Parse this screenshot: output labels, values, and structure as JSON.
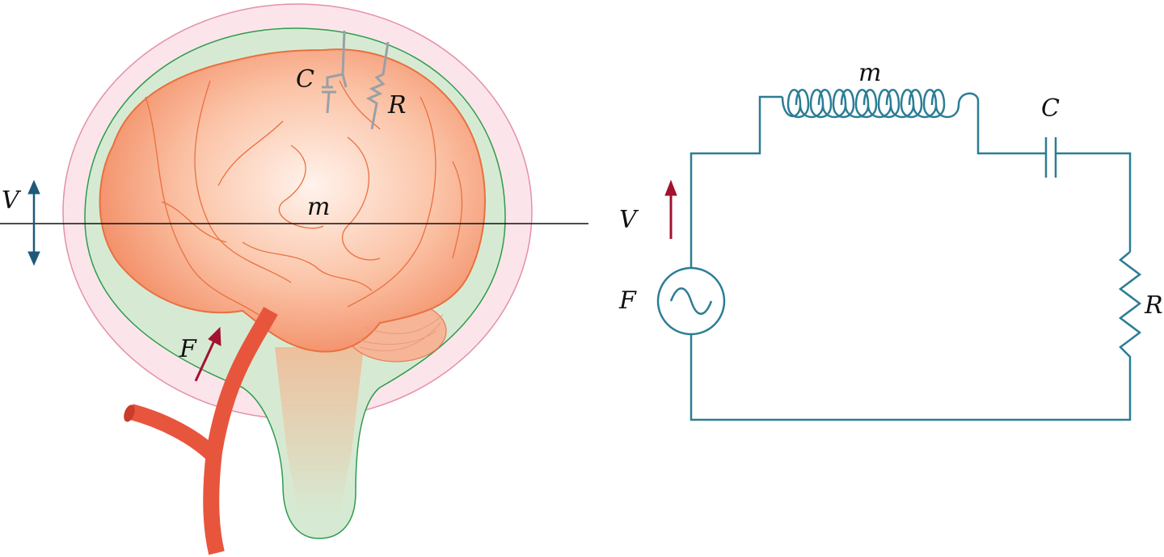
{
  "illustration": {
    "labels": {
      "capacitor": "C",
      "resistor": "R",
      "mass": "m",
      "velocity": "V",
      "force": "F"
    }
  },
  "circuit": {
    "labels": {
      "inductor": "m",
      "capacitor": "C",
      "velocity": "V",
      "source": "F",
      "resistor": "R"
    }
  },
  "colors": {
    "wire": "#2b7d95",
    "arrow_red": "#a3122e",
    "arrow_blue": "#1e5a78",
    "brain": "#f5a27f",
    "artery": "#e8553d",
    "csf_green": "#d6ead3",
    "skull_pink": "#fbe3e8"
  }
}
